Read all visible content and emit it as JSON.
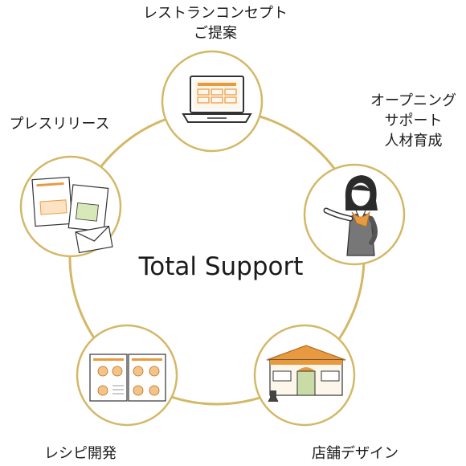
{
  "center_title": "Total Support",
  "ring_color": "#d3b866",
  "nodes": [
    {
      "id": "concept",
      "lines": [
        "レストランコンセプト",
        "ご提案"
      ],
      "icon": "laptop-icon"
    },
    {
      "id": "opening",
      "lines": [
        "オープニング",
        "サポート",
        "人材育成"
      ],
      "icon": "staff-woman-icon"
    },
    {
      "id": "store",
      "lines": [
        "店舗デザイン"
      ],
      "icon": "storefront-icon"
    },
    {
      "id": "recipe",
      "lines": [
        "レシピ開発"
      ],
      "icon": "menu-book-icon"
    },
    {
      "id": "press",
      "lines": [
        "プレスリリース"
      ],
      "icon": "press-documents-icon"
    }
  ]
}
